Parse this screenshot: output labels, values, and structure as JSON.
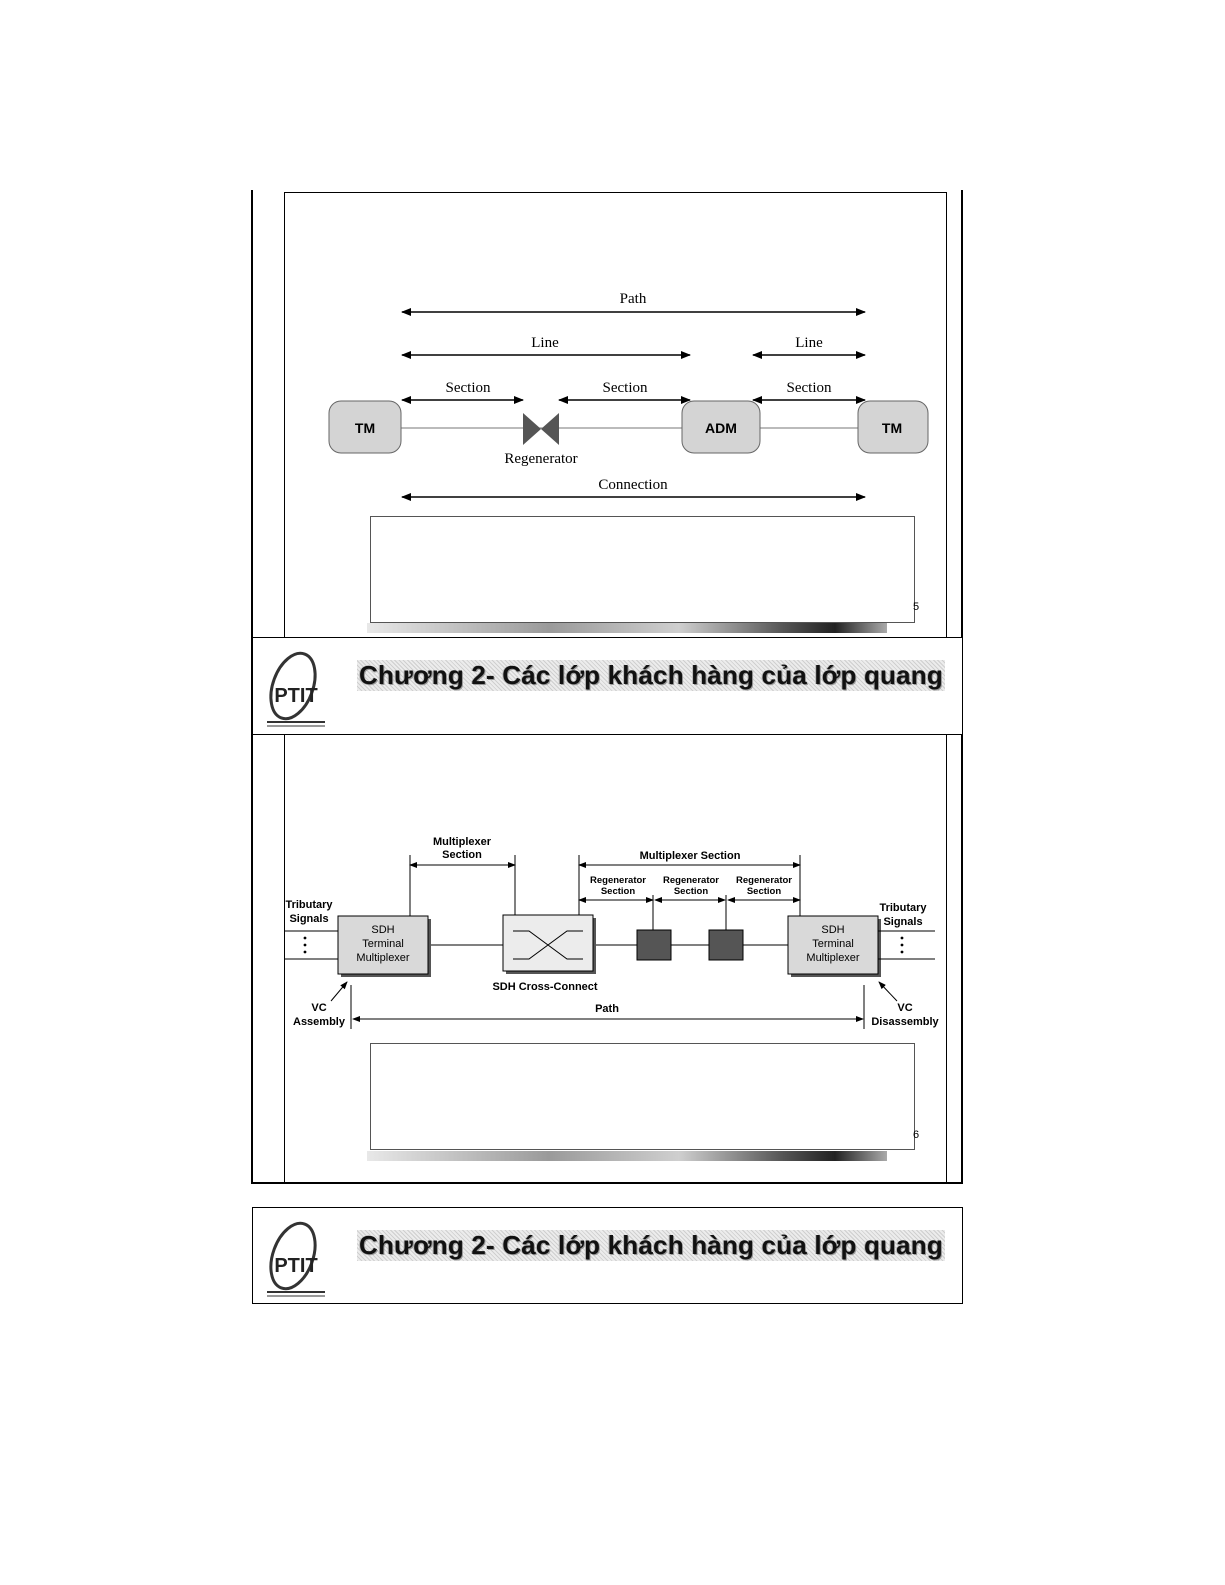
{
  "slides": [
    {
      "diagram": {
        "labels": {
          "path": "Path",
          "line_left": "Line",
          "line_right": "Line",
          "section_1": "Section",
          "section_2": "Section",
          "section_3": "Section",
          "connection": "Connection",
          "regenerator": "Regenerator"
        },
        "nodes": {
          "tm_left": "TM",
          "adm": "ADM",
          "tm_right": "TM"
        }
      },
      "page_number": "5"
    },
    {
      "diagram": {
        "labels": {
          "mux_section_top_1": "Multiplexer",
          "mux_section_top_2": "Section",
          "mux_section_right": "Multiplexer Section",
          "regen_section_1a": "Regenerator",
          "regen_section_1b": "Section",
          "regen_section_2a": "Regenerator",
          "regen_section_2b": "Section",
          "regen_section_3a": "Regenerator",
          "regen_section_3b": "Section",
          "tributary_left_1": "Tributary",
          "tributary_left_2": "Signals",
          "tributary_right_1": "Tributary",
          "tributary_right_2": "Signals",
          "cross_connect": "SDH Cross-Connect",
          "vc_assembly_1": "VC",
          "vc_assembly_2": "Assembly",
          "vc_disassembly_1": "VC",
          "vc_disassembly_2": "Disassembly",
          "path": "Path"
        },
        "nodes": {
          "sdh_left_1": "SDH",
          "sdh_left_2": "Terminal",
          "sdh_left_3": "Multiplexer",
          "sdh_right_1": "SDH",
          "sdh_right_2": "Terminal",
          "sdh_right_3": "Multiplexer"
        }
      },
      "page_number": "6"
    }
  ],
  "headers": [
    {
      "logo_text": "PTIT",
      "title": "Chương 2- Các lớp khách hàng của lớp quang"
    },
    {
      "logo_text": "PTIT",
      "title": "Chương 2- Các lớp khách hàng của lớp quang"
    }
  ]
}
